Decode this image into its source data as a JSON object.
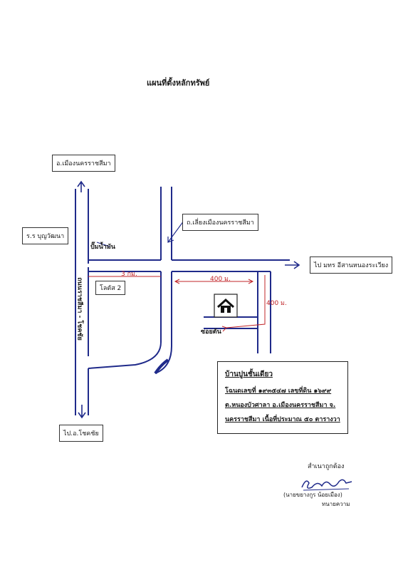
{
  "title": "แผนที่ตั้งหลักทรัพย์",
  "labels": {
    "top_left_box": "อ.เมืองนครราชสีมา",
    "school_box": "ร.ร บุญวัฒนา",
    "bypass_box": "ถ.เลี่ยงเมืองนครราชสีมา",
    "to_university": "ไป มทร อีสานหนองระเวียง",
    "to_chokchai": "ไป.อ.โชคชัย",
    "gas_station": "ปั๊มน้ำมัน",
    "lotus": "โลตัส 2",
    "soi": "ซอยตัน",
    "road_vertical": "ถนนราชสีมา - โชคชัย"
  },
  "distances": {
    "d1": "3 กม.",
    "d2": "400 ม.",
    "d3": "400 ม."
  },
  "info_box": {
    "heading": "บ้านปูนชั้นเดียว",
    "line1": "โฉนดเลขที่ ๑๙๓๕๔๗ เลขที่ดิน ๑๖๙๙",
    "line2": "ต.หนองบัวศาลา อ.เมืองนครราชสีมา จ.",
    "line3": "นครราชสีมา เนื้อที่ประมาณ ๕๐ ตารางวา"
  },
  "certification": {
    "label": "สำเนาถูกต้อง",
    "name": "(นายขยางกูร น้อยเมือง)",
    "role": "ทนายความ"
  },
  "colors": {
    "road": "#1f2a8a",
    "distance": "#c0262a"
  },
  "icons": {
    "house": "house-icon"
  }
}
